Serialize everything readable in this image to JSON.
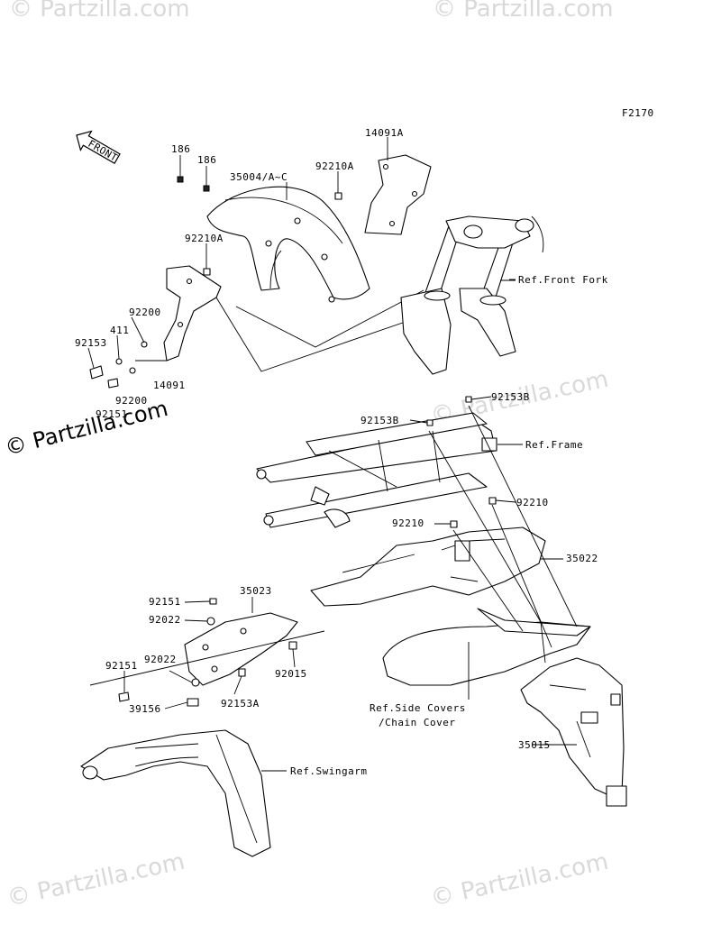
{
  "figure_code": "F2170",
  "front_indicator": "FRONT",
  "watermarks": {
    "main": "© Partzilla.com",
    "faint": "© Partzilla.com"
  },
  "part_labels": {
    "p186a": "186",
    "p186b": "186",
    "p35004": "35004/A~C",
    "p92210A_top": "92210A",
    "p14091A": "14091A",
    "p92210A_mid": "92210A",
    "p92200": "92200",
    "p411": "411",
    "p92153": "92153",
    "p14091": "14091",
    "p92200b": "92200",
    "p92151_side": "92151",
    "p92153B_top": "92153B",
    "p92153B_mid": "92153B",
    "p92210_right": "92210",
    "p92210_mid": "92210",
    "p35022": "35022",
    "p35023": "35023",
    "p92151a": "92151",
    "p92022a": "92022",
    "p92151b": "92151",
    "p92022b": "92022",
    "p39156": "39156",
    "p92153A": "92153A",
    "p92015": "92015",
    "p35015": "35015"
  },
  "references": {
    "front_fork": "Ref.Front Fork",
    "frame": "Ref.Frame",
    "side_covers_1": "Ref.Side Covers",
    "side_covers_2": "/Chain Cover",
    "swingarm": "Ref.Swingarm"
  },
  "colors": {
    "line": "#000000",
    "watermark": "#d9d9d9",
    "background": "#ffffff"
  }
}
